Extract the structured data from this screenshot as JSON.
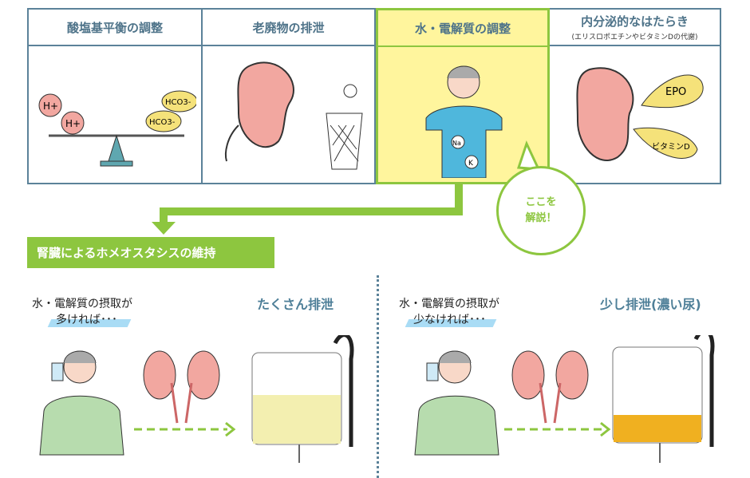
{
  "functions": [
    {
      "title": "酸塩基平衡の調整",
      "illustration_labels": [
        "H+",
        "H+",
        "HCO3-",
        "HCO3-"
      ]
    },
    {
      "title": "老廃物の排泄"
    },
    {
      "title": "水・電解質の調整",
      "illustration_labels": [
        "Na",
        "K"
      ],
      "highlighted": true
    },
    {
      "title": "内分泌的なはたらき",
      "subtitle": "(エリスロポエチンやビタミンDの代謝)",
      "illustration_labels": [
        "EPO",
        "ビタミンD"
      ]
    }
  ],
  "callout": {
    "line1": "ここを",
    "line2": "解説！"
  },
  "banner": "腎臓によるホメオスタシスの維持",
  "scenarios": [
    {
      "line1": "水・電解質の摂取が",
      "line2": "多ければ･･･",
      "result": "たくさん排泄",
      "urine_level": 0.45,
      "urine_color": "#f3efb0"
    },
    {
      "line1": "水・電解質の摂取が",
      "line2": "少なければ･･･",
      "result": "少し排泄(濃い尿)",
      "urine_level": 0.22,
      "urine_color": "#f0b020"
    }
  ],
  "colors": {
    "accent": "#8dc63f",
    "border": "#5b8299",
    "highlight": "#fff59d"
  }
}
